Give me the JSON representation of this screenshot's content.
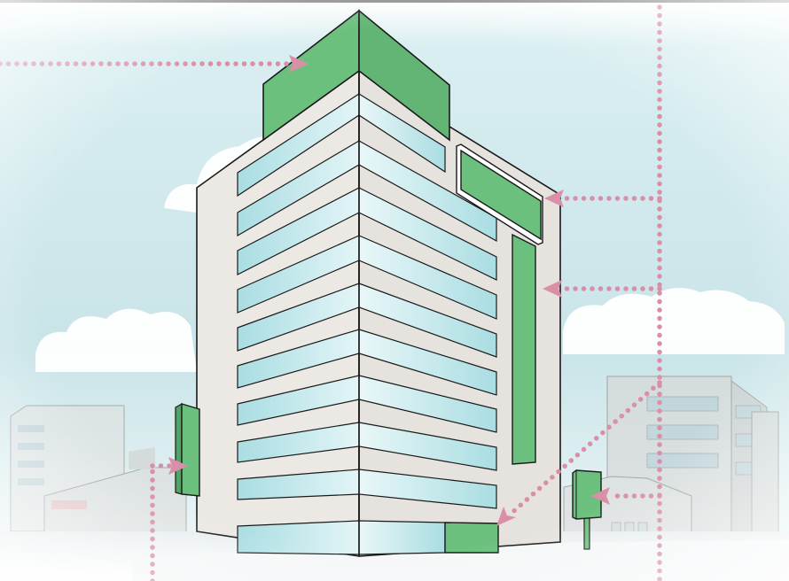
{
  "illustration": {
    "subject": "building-signage-diagram",
    "colors": {
      "sky_top": "#e9f4f6",
      "sky_mid": "#cde6ea",
      "sky_bottom": "#eef6f7",
      "facade": "#ebe7e3",
      "facade_side": "#e4e0dc",
      "glass": "#b7e2e6",
      "glass_light": "#e6f6f7",
      "sign_green": "#6cc07e",
      "outline": "#1a1a1a",
      "pointer_pink": "#d98fa8",
      "cloud": "#ffffff",
      "background_building": "#d6d4d2"
    },
    "floors": 10,
    "signs": [
      {
        "id": "rooftop-sign",
        "label": ""
      },
      {
        "id": "wall-sign",
        "label": ""
      },
      {
        "id": "vertical-wall-sign",
        "label": ""
      },
      {
        "id": "projecting-sign",
        "label": ""
      },
      {
        "id": "storefront-sign",
        "label": ""
      },
      {
        "id": "pole-sign",
        "label": ""
      }
    ]
  }
}
